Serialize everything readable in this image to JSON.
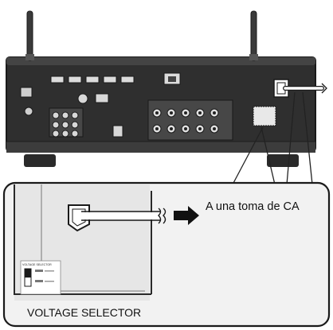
{
  "callout": {
    "arrow_label": "A una toma de CA",
    "selector_label": "VOLTAGE SELECTOR"
  },
  "tiny_text": {
    "selector_plate": "VOLTAGE SELECTOR"
  },
  "colors": {
    "chassis": "#2f2f2f",
    "chassis_edge": "#1a1a1a",
    "panel": "#3a3a3a",
    "callout_bg": "#f2f2f2",
    "cable": "#ffffff",
    "arrow": "#111111"
  }
}
